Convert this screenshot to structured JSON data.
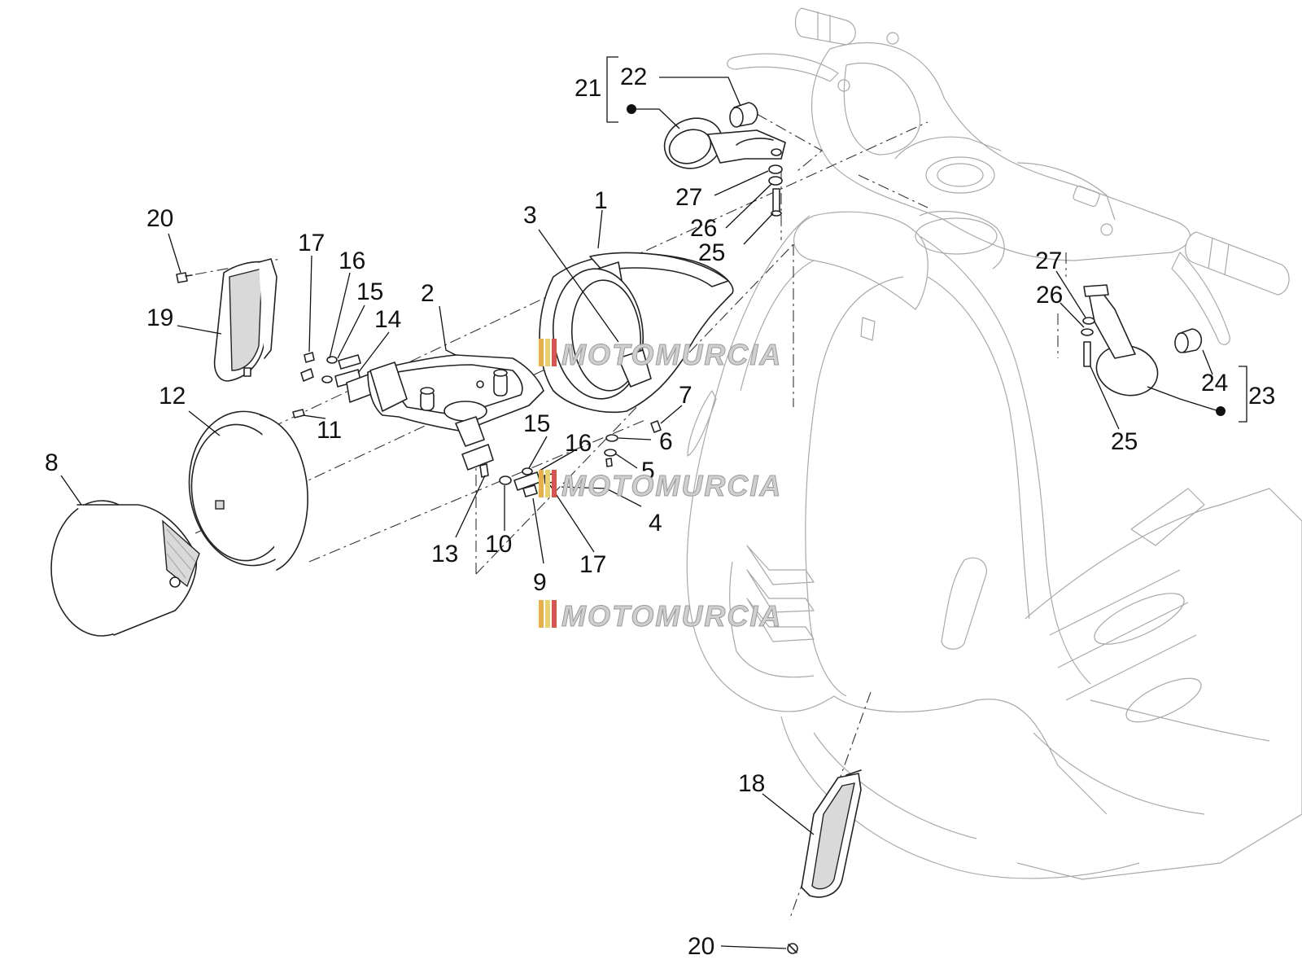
{
  "colors": {
    "line": "#222222",
    "ghost_line": "#a9a9a9",
    "watermark_text": "#cfcfcf",
    "watermark_stripes": [
      "#e8b04a",
      "#e6d36a",
      "#d9534f"
    ]
  },
  "watermark": {
    "text": "MOTOMURCIA"
  },
  "callouts": {
    "n1": "1",
    "n2": "2",
    "n3": "3",
    "n4": "4",
    "n5": "5",
    "n6": "6",
    "n7": "7",
    "n8": "8",
    "n9": "9",
    "n10": "10",
    "n11": "11",
    "n12": "12",
    "n13": "13",
    "n14": "14",
    "n15a": "15",
    "n15b": "15",
    "n16a": "16",
    "n16b": "16",
    "n17a": "17",
    "n17b": "17",
    "n18": "18",
    "n19": "19",
    "n20a": "20",
    "n20b": "20",
    "n21": "21",
    "n22": "22",
    "n23": "23",
    "n24": "24",
    "n25a": "25",
    "n25b": "25",
    "n26a": "26",
    "n26b": "26",
    "n27a": "27",
    "n27b": "27"
  }
}
